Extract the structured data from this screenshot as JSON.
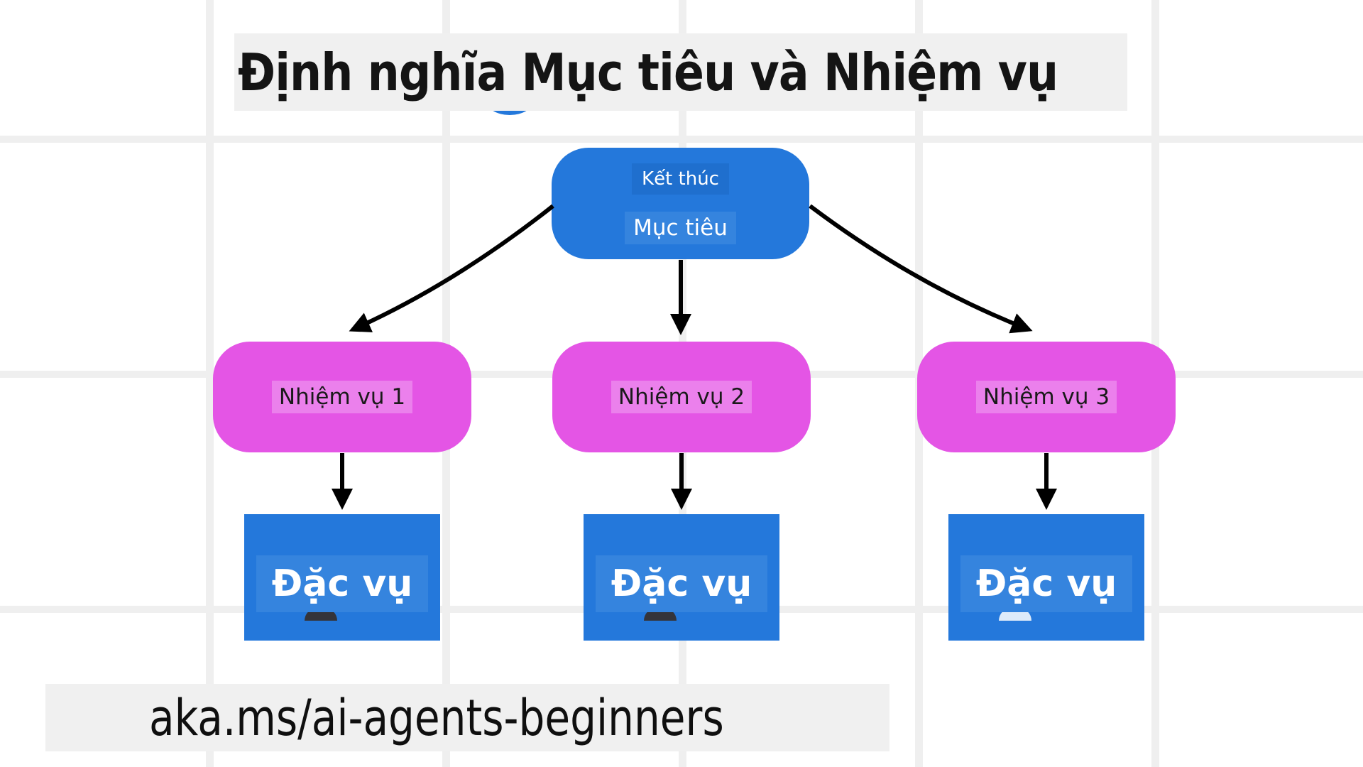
{
  "title_bar": {
    "text": "Định nghĩa Mục tiêu và Nhiệm vụ"
  },
  "footer_bar": {
    "text": "aka.ms/ai-agents-beginners"
  },
  "diagram": {
    "root_node": {
      "line1": "Kết thúc",
      "line2": "Mục tiêu"
    },
    "task_nodes": [
      {
        "label": "Nhiệm vụ 1"
      },
      {
        "label": "Nhiệm vụ 2"
      },
      {
        "label": "Nhiệm vụ 3"
      }
    ],
    "agent_nodes": [
      {
        "label": "Đặc vụ"
      },
      {
        "label": "Đặc vụ"
      },
      {
        "label": "Đặc vụ"
      }
    ]
  },
  "colors": {
    "node_blue": "#2478db",
    "node_blue_highlight": "#3584de",
    "node_blue_highlight_dark": "#1f6fce",
    "node_magenta": "#e455e5",
    "node_magenta_highlight": "#eb80ec",
    "bar_gray": "#f0f0f0",
    "grid_gray": "#efefef",
    "arrow_black": "#000000",
    "title_text": "#141414",
    "node_text_light": "#ffffff",
    "node_text_dark": "#1a1a1a"
  }
}
